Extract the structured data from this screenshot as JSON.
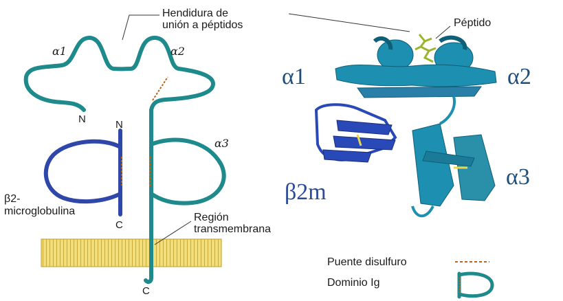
{
  "labels": {
    "cleft_line1": "Hendidura de",
    "cleft_line2": "unión a péptidos",
    "peptide": "Péptido",
    "a1_small": "α1",
    "a2_small": "α2",
    "a3_small": "α3",
    "n_heavy": "N",
    "n_b2m": "N",
    "c_b2m": "C",
    "c_heavy": "C",
    "b2m_line1": "β2-",
    "b2m_line2": "microglobulina",
    "tm_line1": "Región",
    "tm_line2": "transmembrana",
    "a1_big": "α1",
    "a2_big": "α2",
    "a3_big": "α3",
    "b2m_big": "β2m"
  },
  "legend": {
    "disulfide": "Puente disulfuro",
    "ig_domain": "Dominio Ig"
  },
  "colors": {
    "heavy_chain": "#1f8a8c",
    "b2m_chain": "#2f47a8",
    "disulfide": "#b5651d",
    "membrane": "#f2de7a",
    "membrane_lines": "#c9a93a",
    "ribbon_teal": "#1d8fb0",
    "ribbon_blue": "#2a49b8",
    "peptide": "#9ab52a"
  }
}
